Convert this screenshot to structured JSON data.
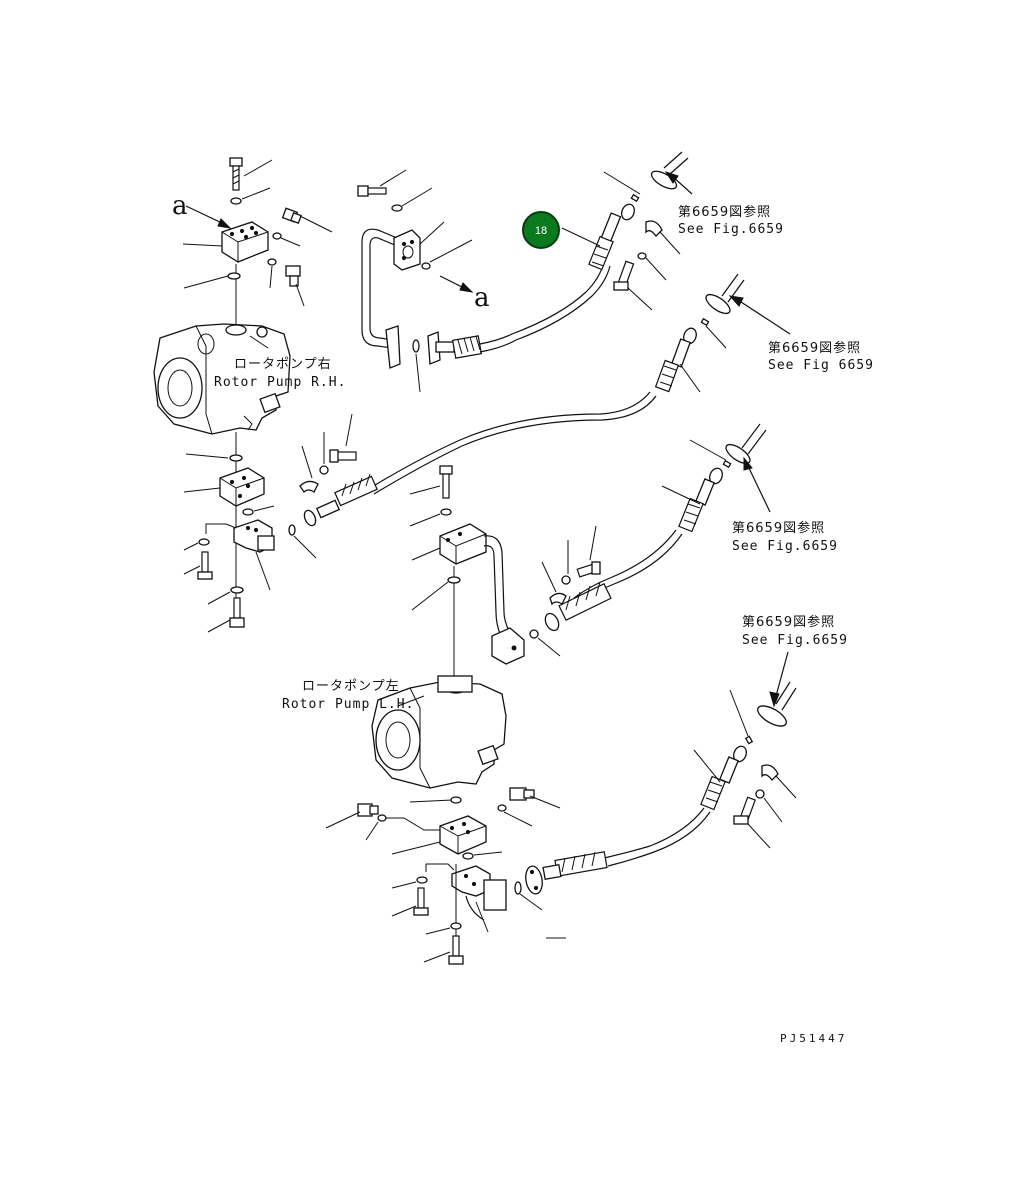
{
  "callout": {
    "number": "18",
    "color": "#0b7a1e"
  },
  "letters": {
    "a_top": "a",
    "a_mid": "a"
  },
  "pump_rh": {
    "jp": "ロータポンプ右",
    "en": "Rotor Pump R.H."
  },
  "pump_lh": {
    "jp": "ロータポンプ左",
    "en": "Rotor Pump L.H."
  },
  "refs": [
    {
      "jp": "第6659図参照",
      "en": "See Fig.6659"
    },
    {
      "jp": "第6659図参照",
      "en": "See Fig 6659"
    },
    {
      "jp": "第6659図参照",
      "en": "See Fig.6659"
    },
    {
      "jp": "第6659図参照",
      "en": "See Fig.6659"
    }
  ],
  "drawing_code": "PJ51447"
}
